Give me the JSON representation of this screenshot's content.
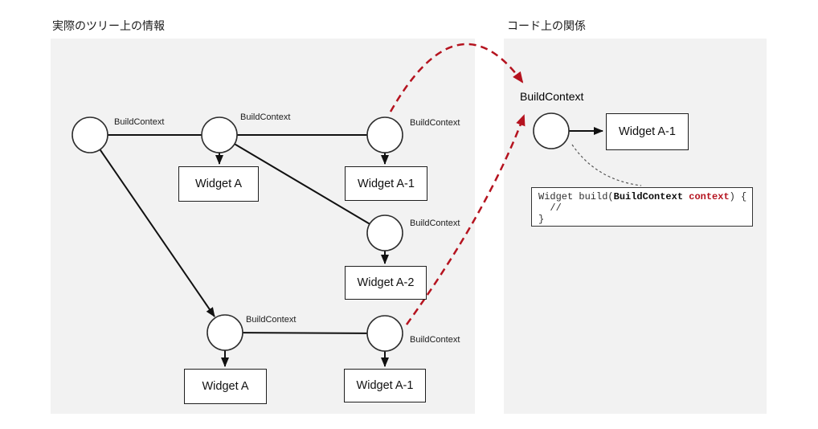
{
  "diagram": {
    "left": {
      "title": "実際のツリー上の情報",
      "context_label": "BuildContext",
      "widget_a": "Widget A",
      "widget_a1": "Widget A-1",
      "widget_a2": "Widget A-2"
    },
    "right": {
      "title": "コード上の関係",
      "context_heading": "BuildContext",
      "widget_a1": "Widget A-1",
      "code": {
        "l1_pre": "Widget build(",
        "l1_type": "BuildContext",
        "l1_arg": " context",
        "l1_close": ") {",
        "l2": "  //",
        "l3": "}"
      }
    },
    "colors": {
      "accent_red": "#b5131f",
      "panel_bg": "#f2f2f2",
      "line_black": "#111111"
    }
  }
}
